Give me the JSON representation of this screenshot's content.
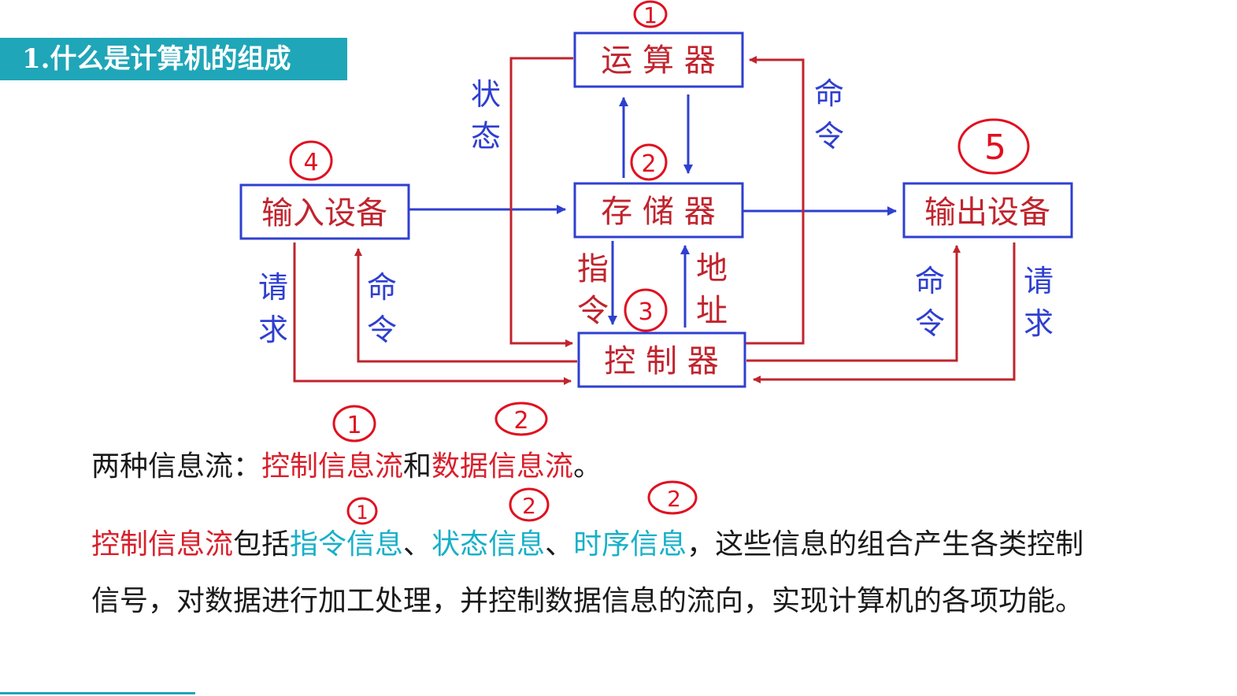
{
  "slide": {
    "title": "1.什么是计算机的组成"
  },
  "diagram": {
    "alu": "运 算 器",
    "memory": "存 储 器",
    "controller": "控 制 器",
    "input": "输入设备",
    "output": "输出设备",
    "label_status_1": "状",
    "label_status_2": "态",
    "label_cmd_top_1": "命",
    "label_cmd_top_2": "令",
    "label_instr_1": "指",
    "label_instr_2": "令",
    "label_addr_1": "地",
    "label_addr_2": "址",
    "label_req_left_1": "请",
    "label_req_left_2": "求",
    "label_cmd_left_1": "命",
    "label_cmd_left_2": "令",
    "label_cmd_right_1": "命",
    "label_cmd_right_2": "令",
    "label_req_right_1": "请",
    "label_req_right_2": "求",
    "colors": {
      "red": "#c0242e",
      "blue": "#2f3fd0",
      "annotation": "#e01020"
    }
  },
  "annotations": {
    "alu": "1",
    "memory": "2",
    "controller": "3",
    "input": "4",
    "output": "5",
    "control_flow": "1",
    "data_flow": "2",
    "instr_info": "1",
    "status_info": "2",
    "timing_info": "2"
  },
  "text": {
    "line1_prefix": "两种信息流：",
    "line1_control": "控制信息流",
    "line1_and": "和",
    "line1_data": "数据信息流",
    "line1_end": "。",
    "line2_control": "控制信息流",
    "line2_include": "包括",
    "line2_instr": "指令信息",
    "line2_sep1": "、",
    "line2_status": "状态信息",
    "line2_sep2": "、",
    "line2_timing": "时序信息",
    "line2_rest": "，这些信息的组合产生各类控制",
    "line3": "信号，对数据进行加工处理，并控制数据信息的流向，实现计算机的各项功能。"
  }
}
